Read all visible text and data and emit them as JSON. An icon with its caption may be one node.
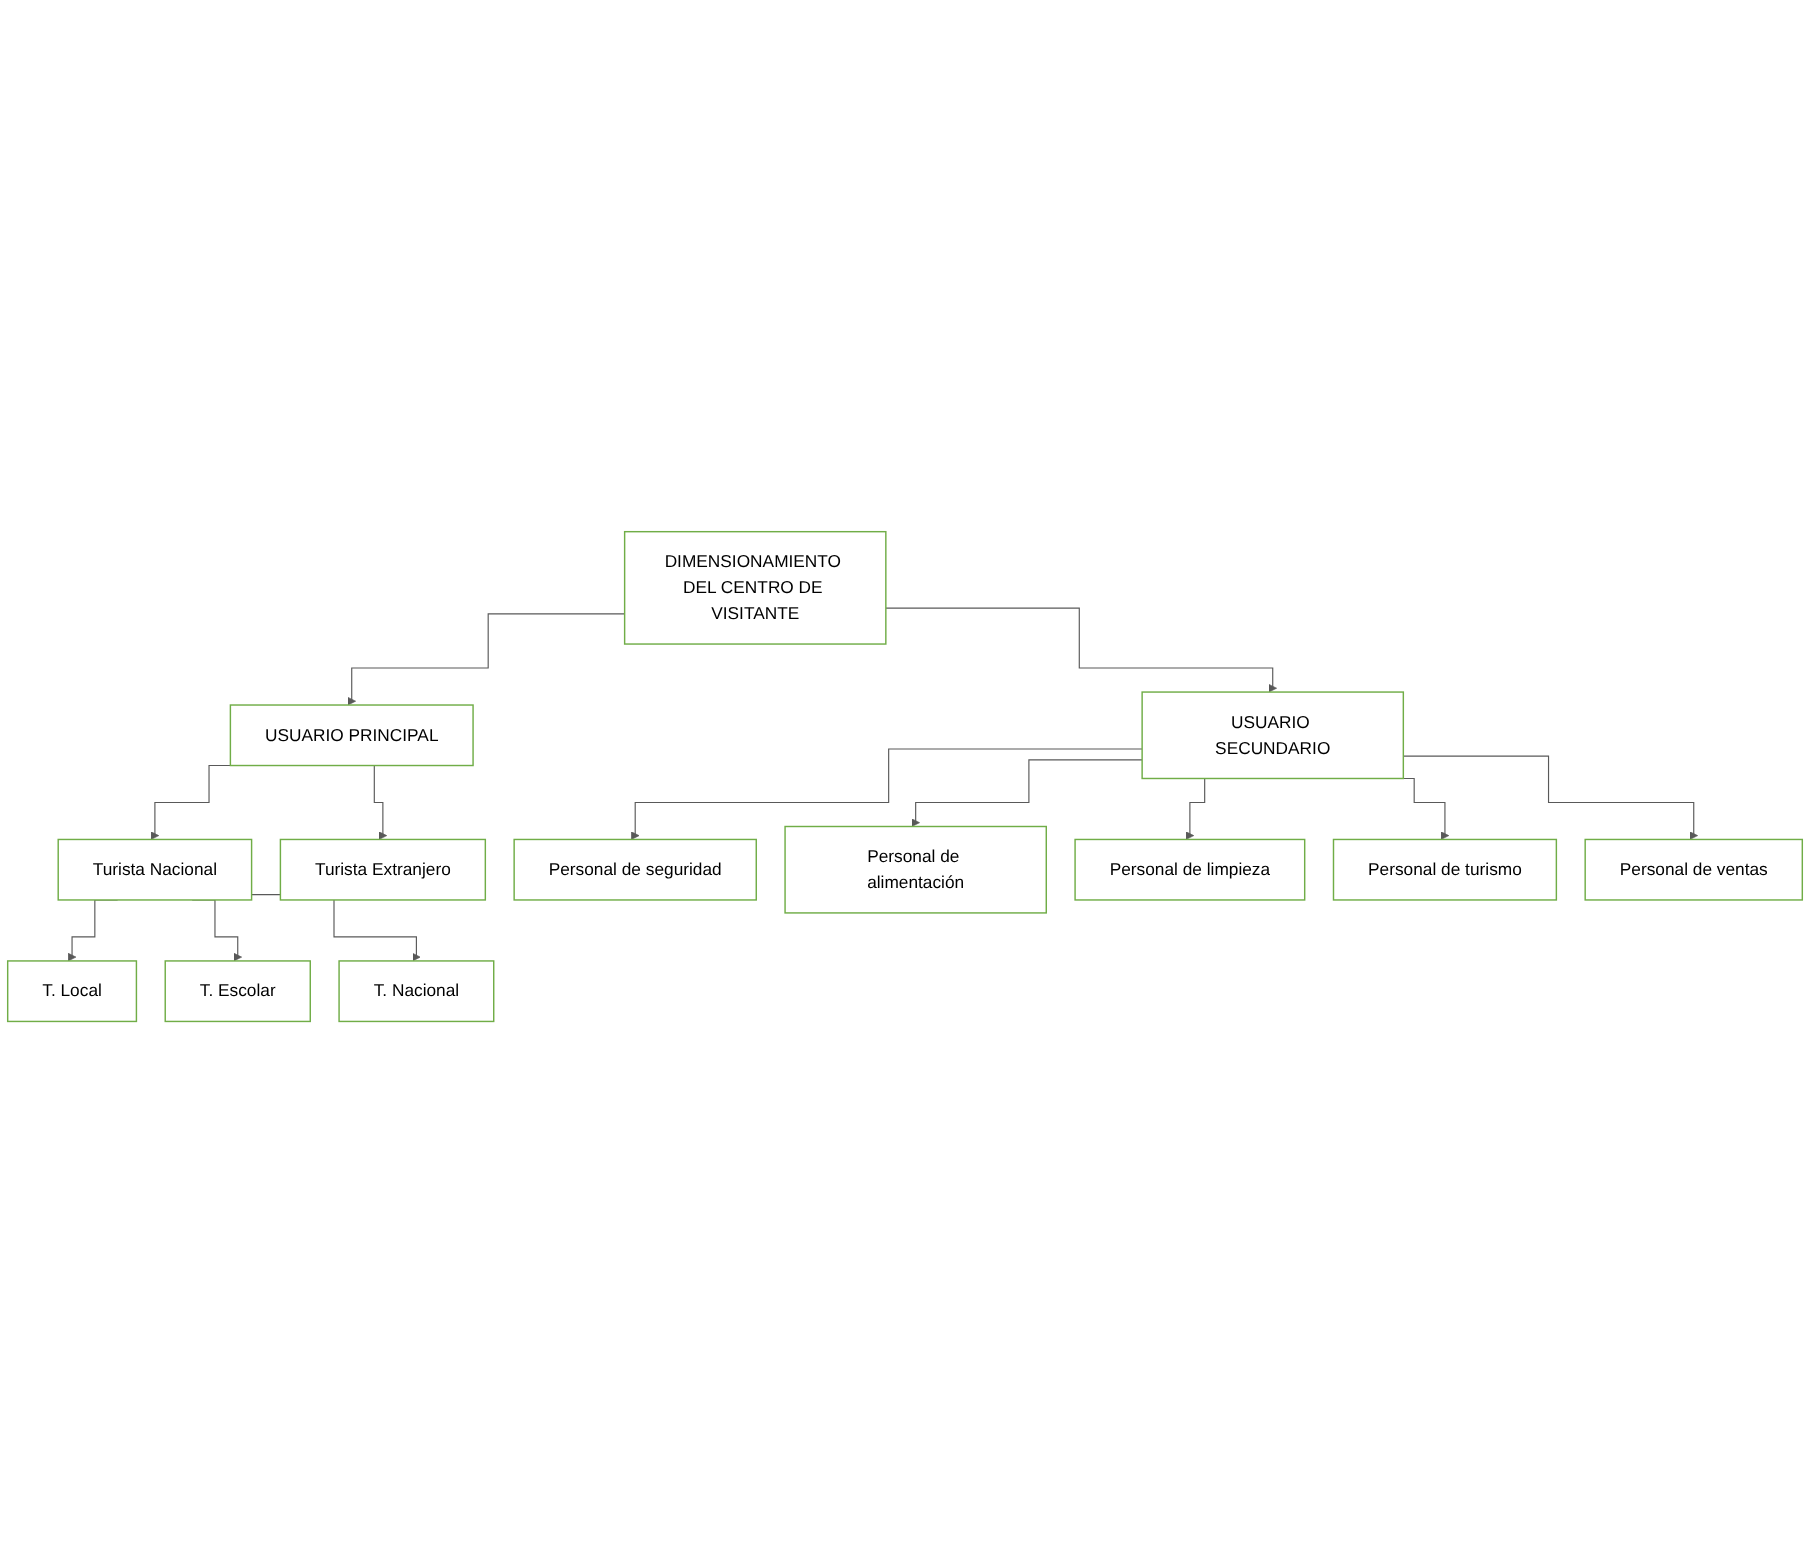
{
  "diagram": {
    "nodes": [
      {
        "text": [
          "DIMENSIONAMIENTO DEL CENTRO DE VISITANTE"
        ]
      },
      {
        "text": [
          "USUARIO PRINCIPAL"
        ]
      },
      {
        "text": [
          "USUARIO SECUNDARIO"
        ]
      },
      {
        "text": [
          "Turista Nacional"
        ]
      },
      {
        "text": [
          "Turista Extranjero"
        ]
      },
      {
        "text": [
          "T. Local"
        ]
      },
      {
        "text": [
          "T. Escolar"
        ]
      },
      {
        "text": [
          "T. Nacional"
        ]
      },
      {
        "text": [
          "Personal de seguridad"
        ]
      },
      {
        "text": [
          "Personal de alimentación"
        ]
      },
      {
        "text": [
          "Personal de limpieza"
        ]
      },
      {
        "text": [
          "Personal de turismo"
        ]
      },
      {
        "text": [
          "Personal de ventas"
        ]
      }
    ],
    "edges": [
      {
        "from": 0,
        "to": 1,
        "arrow": "to"
      },
      {
        "from": 0,
        "to": 2,
        "arrow": "to"
      },
      {
        "from": 1,
        "to": 3,
        "arrow": "to"
      },
      {
        "from": 1,
        "to": 4,
        "arrow": "to"
      },
      {
        "from": 3,
        "to": 5,
        "arrow": "to"
      },
      {
        "from": 3,
        "to": 6,
        "arrow": "to"
      },
      {
        "from": 3,
        "to": 7,
        "arrow": "to"
      },
      {
        "from": 2,
        "to": 8,
        "arrow": "to"
      },
      {
        "from": 2,
        "to": 9,
        "arrow": "to"
      },
      {
        "from": 2,
        "to": 10,
        "arrow": "to"
      },
      {
        "from": 2,
        "to": 11,
        "arrow": "to"
      },
      {
        "from": 2,
        "to": 12,
        "arrow": "to"
      }
    ]
  }
}
